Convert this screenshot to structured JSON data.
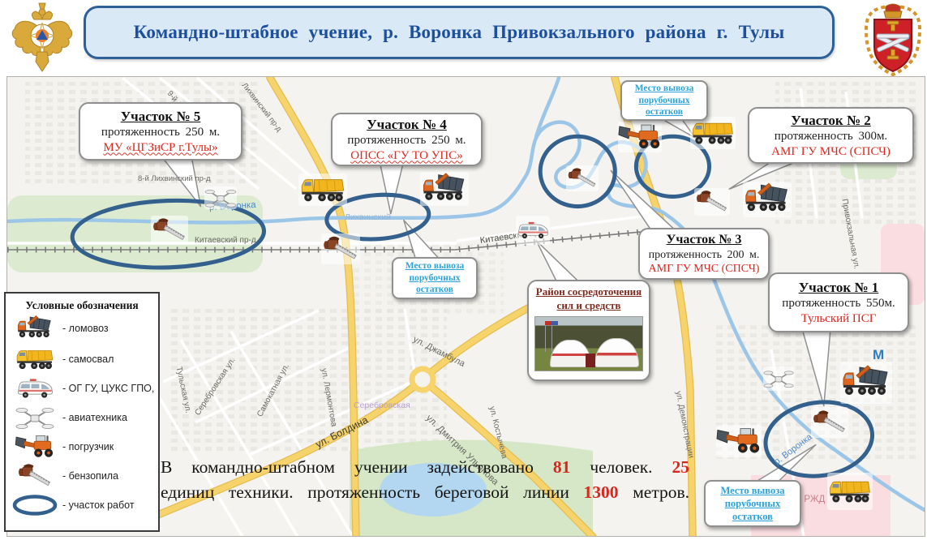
{
  "header": {
    "title": "Командно-штабное  учение, р. Воронка Привокзального  района г. Тулы"
  },
  "callouts": {
    "section5": {
      "title": "Участок № 5",
      "length": "протяженность 250 м.",
      "unit": "МУ «ЦГЗиСР г.Тулы»"
    },
    "section4": {
      "title": "Участок № 4",
      "length": "протяженность 250 м.",
      "unit": "ОПСС «ГУ ТО УПС»"
    },
    "section2": {
      "title": "Участок № 2",
      "length": "протяженность 300м.",
      "unit": "АМГ ГУ МЧС (СПСЧ)"
    },
    "section3": {
      "title": "Участок № 3",
      "length": "протяженность 200 м.",
      "unit": "АМГ ГУ МЧС (СПСЧ)"
    },
    "section1": {
      "title": "Участок № 1",
      "length": "протяженность 550м.",
      "unit": "Тульский ПСГ"
    },
    "removal_top": {
      "text": "Место вывоза порубочных остатков"
    },
    "removal_mid": {
      "text": "Место вывоза порубочных остатков"
    },
    "removal_bottom": {
      "text": "Место вывоза порубочных остатков"
    },
    "staging": {
      "title": "Район сосредоточения сил и средств"
    }
  },
  "legend": {
    "title": "Условные обозначения",
    "items": [
      {
        "icon": "lomovoz-truck-icon",
        "label": "- ломовоз"
      },
      {
        "icon": "dump-truck-icon",
        "label": "- самосвал"
      },
      {
        "icon": "og-van-icon",
        "label": "- ОГ ГУ, ЦУКС ГПО,"
      },
      {
        "icon": "drone-icon",
        "label": "- авиатехника"
      },
      {
        "icon": "front-loader-icon",
        "label": "- погрузчик"
      },
      {
        "icon": "chainsaw-icon",
        "label": "- бензопила"
      },
      {
        "icon": "work-area-ellipse-icon",
        "label": "- участок работ"
      }
    ]
  },
  "summary": {
    "part1": "В командно-штабном учении задействовано",
    "num1": "81",
    "part2": "человек.",
    "num2": "25",
    "part3": "единиц техники. протяженность береговой линии",
    "num3": "1300",
    "part4": "метров."
  },
  "map": {
    "labels": [
      {
        "text": "р. Воронка"
      },
      {
        "text": "Китаевский пр-д"
      },
      {
        "text": "Китаевский пр-д"
      },
      {
        "text": "8-й Лихвинский пр-д"
      },
      {
        "text": "Лихвинский пр-д"
      },
      {
        "text": "9-й Лихвинский пр-д"
      },
      {
        "text": "Лихвинский"
      },
      {
        "text": "Тульская ул."
      },
      {
        "text": "Серебровская ул."
      },
      {
        "text": "Самокатная ул."
      },
      {
        "text": "ул. Лермонтова"
      },
      {
        "text": "Серебровская"
      },
      {
        "text": "ул. Болдина"
      },
      {
        "text": "ул. Джамбула"
      },
      {
        "text": "ул. Дмитрия Ульянова"
      },
      {
        "text": "ул. Костычева"
      },
      {
        "text": "ул. Демонстрации"
      },
      {
        "text": "Больница РЖД"
      },
      {
        "text": "р. Воронка"
      },
      {
        "text": "М"
      },
      {
        "text": "Привокзальная ул."
      }
    ]
  },
  "colors": {
    "header_text": "#1d4f9e",
    "header_bg": "#d9eaf6",
    "callout_unit_red": "#e0261c",
    "removal_blue": "#2ba3d9",
    "staging_red": "#7e2a1e",
    "work_area_blue": "#33608c",
    "summary_number_red": "#d8271d"
  }
}
